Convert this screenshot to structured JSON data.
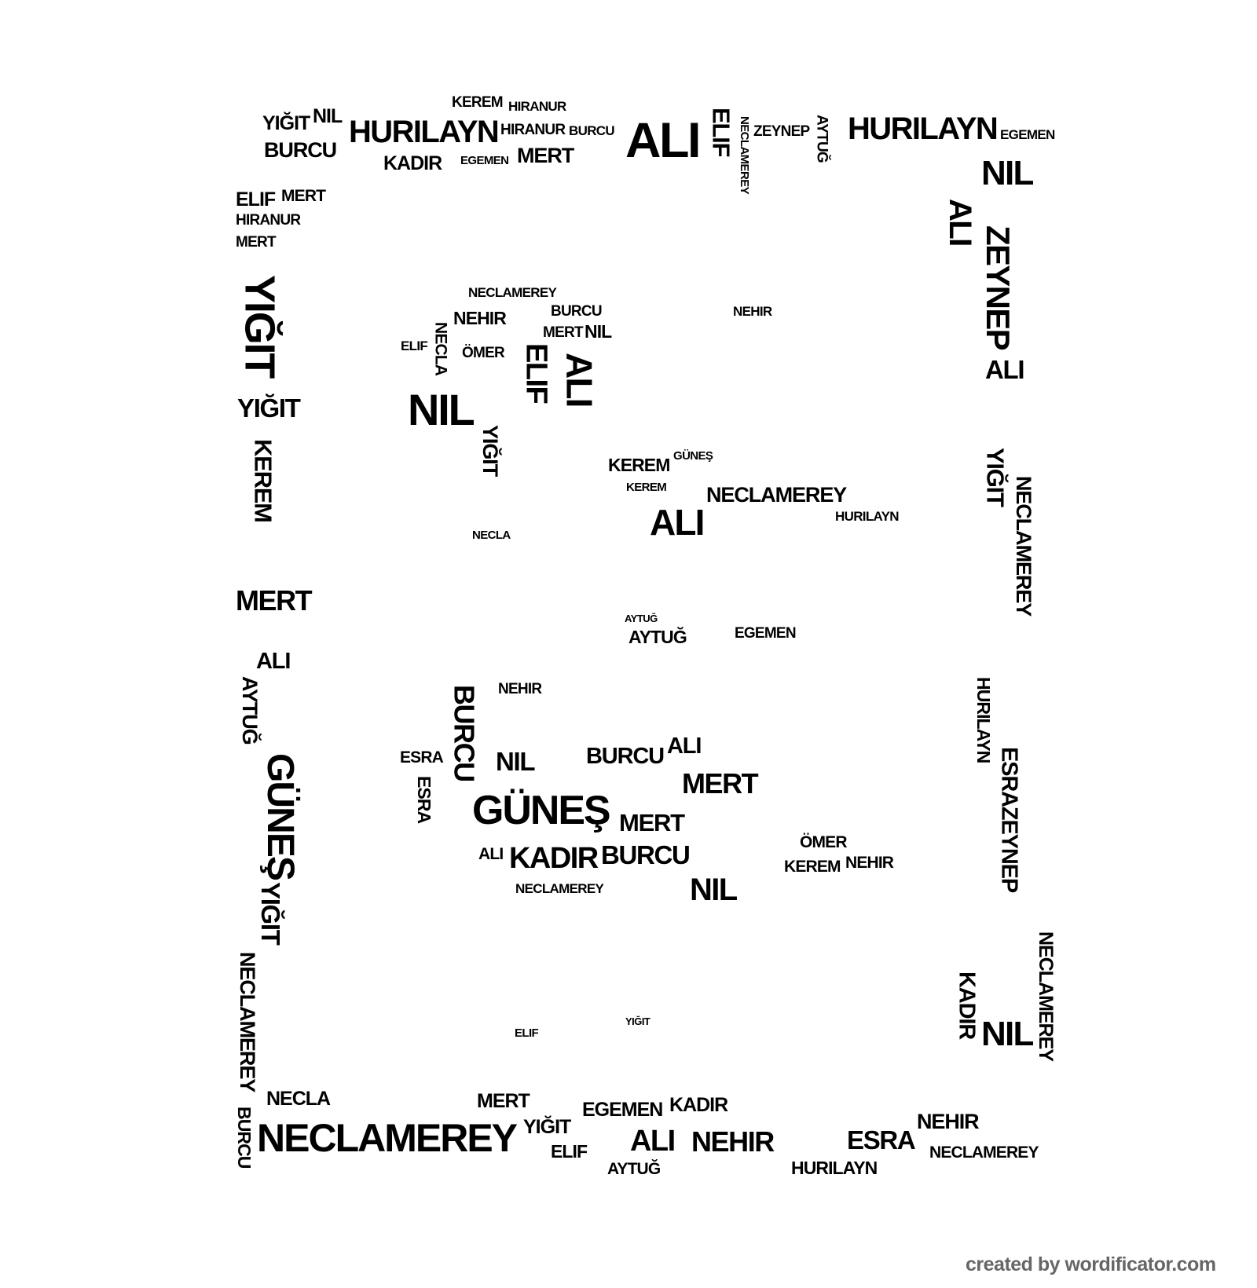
{
  "credit": "created by wordificator.com",
  "words": [
    "HURILAYN",
    "ALI",
    "HURILAYN",
    "BURCU",
    "KADIR",
    "MERT",
    "YIĞIT",
    "HIRANUR",
    "ZEYNEP",
    "EGEMEN",
    "NIL",
    "ELIF",
    "HIRANUR",
    "NIL",
    "KEREM",
    "EGEMEN",
    "BURCU",
    "NECLAMEREY",
    "AYTUĞ",
    "ELIF",
    "MERT",
    "HIRANUR",
    "MERT",
    "YIĞIT",
    "YIĞIT",
    "KEREM",
    "MERT",
    "ALI",
    "AYTUĞ",
    "GÜNEŞ",
    "YIĞIT",
    "NECLAMEREY",
    "BURCU",
    "NECLAMEREY",
    "ALI",
    "NEHIR",
    "ESRA",
    "NEHIR",
    "HURILAYN",
    "EGEMEN",
    "KADIR",
    "MERT",
    "YIĞIT",
    "ELIF",
    "AYTUĞ",
    "NECLAMEREY",
    "NECLA",
    "ALI",
    "ZEYNEP",
    "ALI",
    "YIĞIT",
    "NECLAMEREY",
    "ESRAZEYNEP",
    "HURILAYN",
    "KADIR",
    "NIL",
    "NECLAMEREY",
    "NIL",
    "ALI",
    "ELIF",
    "NEHIR",
    "NECLAMEREY",
    "KEREM",
    "ALI",
    "NECLAMEREY",
    "HURILAYN",
    "NEHIR",
    "YIĞIT",
    "BURCU",
    "NIL",
    "BURCU",
    "GÜNEŞ",
    "MERT",
    "KADIR",
    "BURCU",
    "NIL",
    "MERT",
    "BURCU",
    "ALI",
    "NIL",
    "AYTUĞ",
    "EGEMEN",
    "KEREM",
    "NEHIR",
    "ÖMER",
    "ESRA",
    "ESRA",
    "NECLAMEREY",
    "ALI",
    "ELIF",
    "YIĞIT",
    "ÖMER",
    "NECLA",
    "ELIF",
    "MERT",
    "KEREM",
    "GÜNEŞ",
    "AYTUĞ",
    "NECLA",
    "NEHIR"
  ]
}
